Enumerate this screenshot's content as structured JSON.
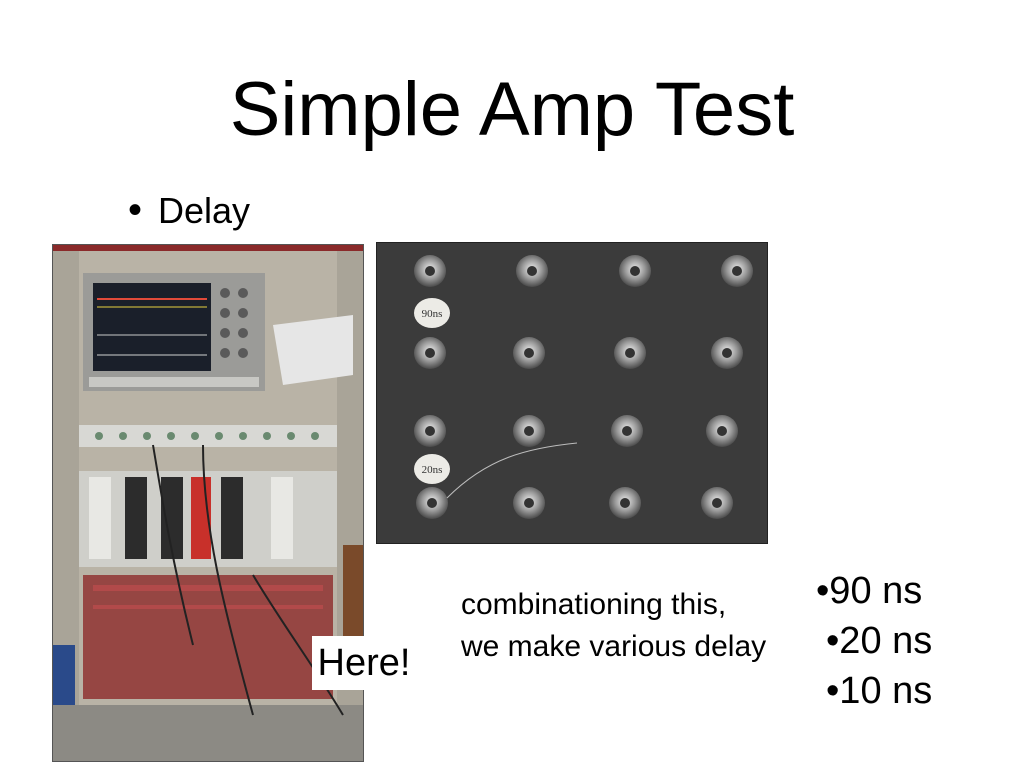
{
  "slide": {
    "title": "Simple Amp Test",
    "bullet": "Delay",
    "here_label": "Here!",
    "note_line1": "combinationing this,",
    "note_line2": "we make various delay",
    "delays": [
      "•90 ns",
      "•20 ns",
      "•10 ns"
    ],
    "panel_tags": [
      "90ns",
      "20ns"
    ]
  },
  "colors": {
    "background": "#ffffff",
    "text": "#000000",
    "highlight_overlay": "#8b2222"
  }
}
